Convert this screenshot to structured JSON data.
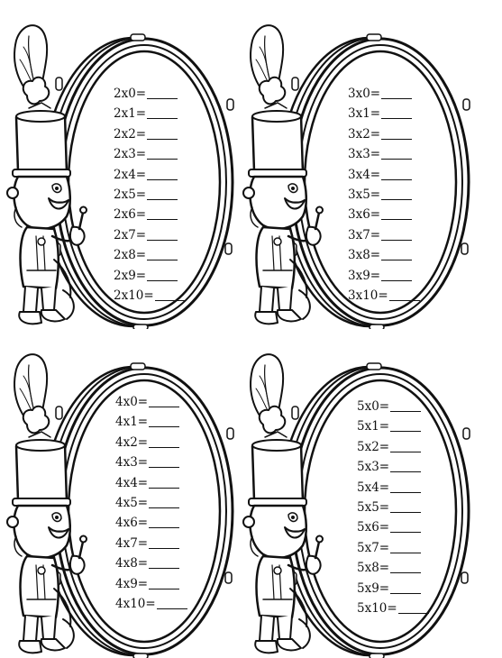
{
  "worksheets": [
    {
      "table": 2,
      "facts": [
        "2x0=",
        "2x1=",
        "2x2=",
        "2x3=",
        "2x4=",
        "2x5=",
        "2x6=",
        "2x7=",
        "2x8=",
        "2x9=",
        "2x10="
      ]
    },
    {
      "table": 3,
      "facts": [
        "3x0=",
        "3x1=",
        "3x2=",
        "3x3=",
        "3x4=",
        "3x5=",
        "3x6=",
        "3x7=",
        "3x8=",
        "3x9=",
        "3x10="
      ]
    },
    {
      "table": 4,
      "facts": [
        "4x0=",
        "4x1=",
        "4x2=",
        "4x3=",
        "4x4=",
        "4x5=",
        "4x6=",
        "4x7=",
        "4x8=",
        "4x9=",
        "4x10="
      ]
    },
    {
      "table": 5,
      "facts": [
        "5x0=",
        "5x1=",
        "5x2=",
        "5x3=",
        "5x4=",
        "5x5=",
        "5x6=",
        "5x7=",
        "5x8=",
        "5x9=",
        "5x10="
      ]
    }
  ],
  "illustration": {
    "subject": "drummer-boy-with-bass-drum",
    "line_color": "#111111",
    "fill_color": "#ffffff"
  }
}
